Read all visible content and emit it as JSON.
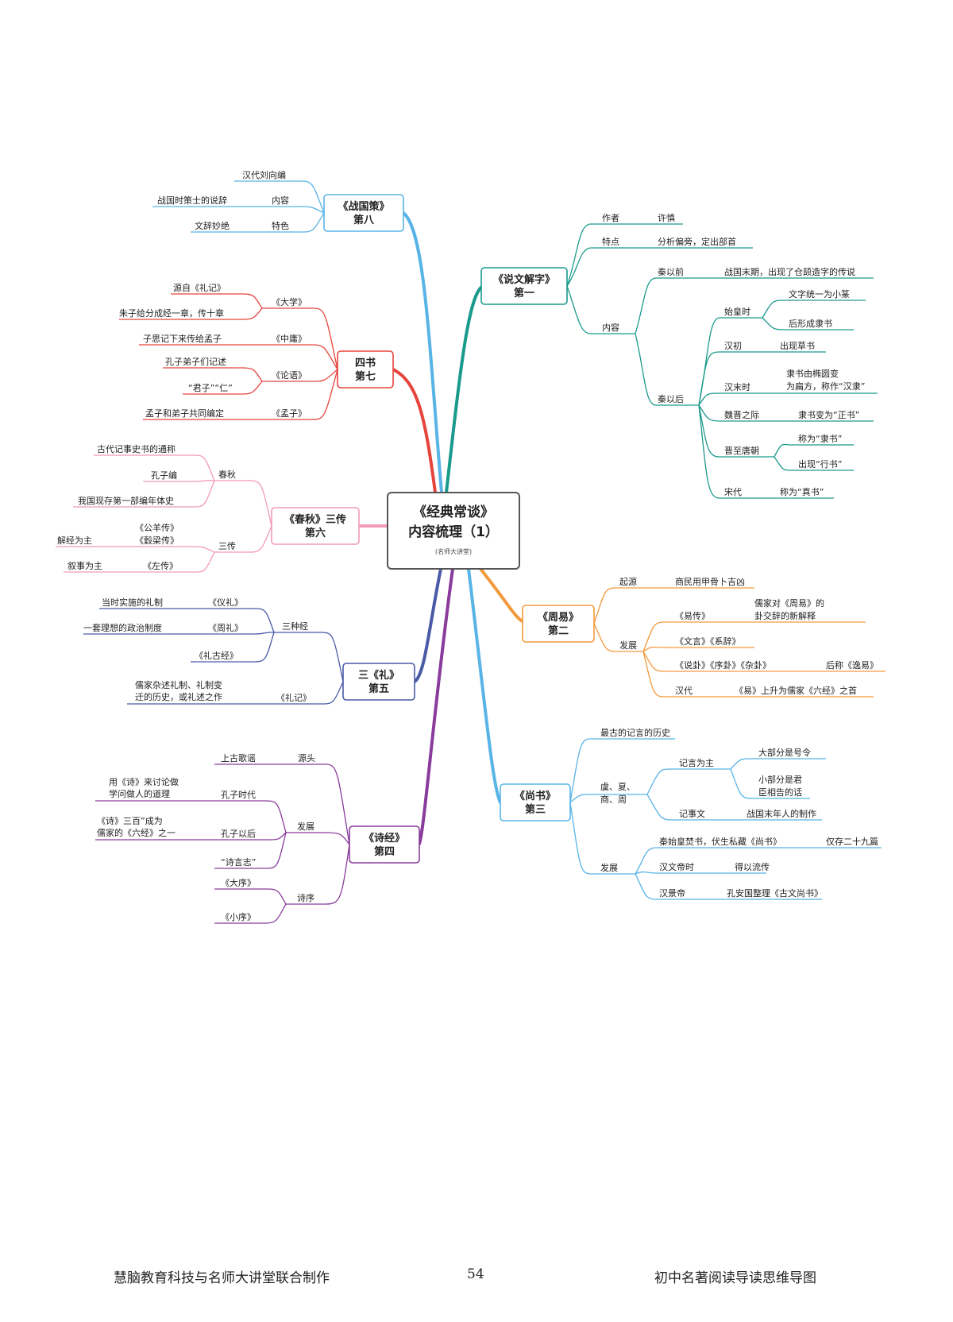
{
  "colors": {
    "shuowen": "#1a9a8c",
    "zhouyi": "#f39a3c",
    "shangshu": "#58b4e6",
    "shijing": "#8a3c9c",
    "li": "#4a5aa6",
    "chunqiu": "#f29ab8",
    "sishu": "#e6443c",
    "zhanguo": "#58b4e6",
    "center_border": "#555555",
    "text": "#222222"
  },
  "center": {
    "title1": "《经典常谈》",
    "title2": "内容梳理（1）",
    "sub": "(名师大讲堂)"
  },
  "branches": {
    "shuowen": {
      "l1": "《说文解字》",
      "l2": "第一",
      "author": "作者",
      "author_v": "许慎",
      "feature": "特点",
      "feature_v": "分析偏旁，定出部首",
      "content": "内容",
      "qinyiqian": "秦以前",
      "qinyiqian_v": "战国末期，出现了仓颉造字的传说",
      "qinyihou": "秦以后",
      "shihuang": "始皇时",
      "shihuang_a": "文字统一为小篆",
      "shihuang_b": "后形成隶书",
      "hanchu": "汉初",
      "hanchu_v": "出现草书",
      "hanmo": "汉末时",
      "hanmo_v1": "隶书由椭圆变",
      "hanmo_v2": "为扁方，称作“汉隶”",
      "weijin": "魏晋之际",
      "weijin_v": "隶书变为“正书”",
      "jintang": "晋至唐朝",
      "jintang_a": "称为“隶书”",
      "jintang_b": "出现“行书”",
      "song": "宋代",
      "song_v": "称为“真书”"
    },
    "zhouyi": {
      "l1": "《周易》",
      "l2": "第二",
      "origin": "起源",
      "origin_v": "商民用甲骨卜吉凶",
      "dev": "发展",
      "yizhuan": "《易传》",
      "yizhuan_v1": "儒家对《周易》的",
      "yizhuan_v2": "卦交辞的新解释",
      "wenyan": "《文言》《系辞》",
      "shuogua": "《说卦》《序卦》《杂卦》",
      "shuogua_v": "后称《逸易》",
      "handai": "汉代",
      "handai_v": "《易》上升为儒家《六经》之首"
    },
    "shangshu": {
      "l1": "《尚书》",
      "l2": "第三",
      "oldest": "最古的记言的历史",
      "yuxia1": "虞、夏、",
      "yuxia2": "商、周",
      "jiyan": "记言为主",
      "jiyan_a": "大部分是号令",
      "jiyan_b1": "小部分是君",
      "jiyan_b2": "臣相告的话",
      "jishi": "记事文",
      "jishi_v": "战国末年人的制作",
      "dev": "发展",
      "qin": "秦始皇焚书，伏生私藏《尚书》",
      "qin_v": "仅存二十九篇",
      "hanwen": "汉文帝时",
      "hanwen_v": "得以流传",
      "hanjing": "汉景帝",
      "hanjing_v": "孔安国整理《古文尚书》"
    },
    "shijing": {
      "l1": "《诗经》",
      "l2": "第四",
      "source": "源头",
      "source_v": "上古歌谣",
      "dev": "发展",
      "kongzi": "孔子时代",
      "kongzi_v1": "用《诗》来讨论做",
      "kongzi_v2": "学问做人的道理",
      "kongzihou": "孔子以后",
      "kongzihou_v1": "《诗》三百”成为",
      "kongzihou_v2": "儒家的《六经》之一",
      "shiyan": "“诗言志”",
      "shixu": "诗序",
      "daxu": "《大序》",
      "xiaoxu": "《小序》"
    },
    "li": {
      "l1": "三《礼》",
      "l2": "第五",
      "sanzhong": "三种经",
      "yili": "《仪礼》",
      "yili_v": "当时实施的礼制",
      "zhouli": "《周礼》",
      "zhouli_v": "一套理想的政治制度",
      "liguj": "《礼古经》",
      "liji": "《礼记》",
      "liji_v1": "儒家杂述礼制、礼制变",
      "liji_v2": "迁的历史，或礼述之作"
    },
    "chunqiu": {
      "l1": "《春秋》三传",
      "l2": "第六",
      "chunqiu": "春秋",
      "cq_a": "古代记事史书的通称",
      "cq_b": "孔子编",
      "cq_c": "我国现存第一部编年体史",
      "sanzhuan": "三传",
      "gongyang": "《公羊传》",
      "guliang": "《穀梁传》",
      "jiejing": "解经为主",
      "zuozhuan": "《左传》",
      "xushi": "叙事为主"
    },
    "sishu": {
      "l1": "四书",
      "l2": "第七",
      "daxue": "《大学》",
      "daxue_a": "源自《礼记》",
      "daxue_b": "朱子给分成经一章，传十章",
      "zhongyong": "《中庸》",
      "zhongyong_v": "子思记下来传给孟子",
      "lunyu": "《论语》",
      "lunyu_a": "孔子弟子们记述",
      "lunyu_b": "“君子”“仁”",
      "mengzi": "《孟子》",
      "mengzi_v": "孟子和弟子共同编定"
    },
    "zhanguo": {
      "l1": "《战国策》",
      "l2": "第八",
      "bian": "汉代刘向编",
      "neirong": "内容",
      "neirong_v": "战国时策士的说辞",
      "tese": "特色",
      "tese_v": "文辞妙绝"
    }
  },
  "footer": {
    "left": "慧脑教育科技与名师大讲堂联合制作",
    "page": "54",
    "right": "初中名著阅读导读思维导图"
  }
}
